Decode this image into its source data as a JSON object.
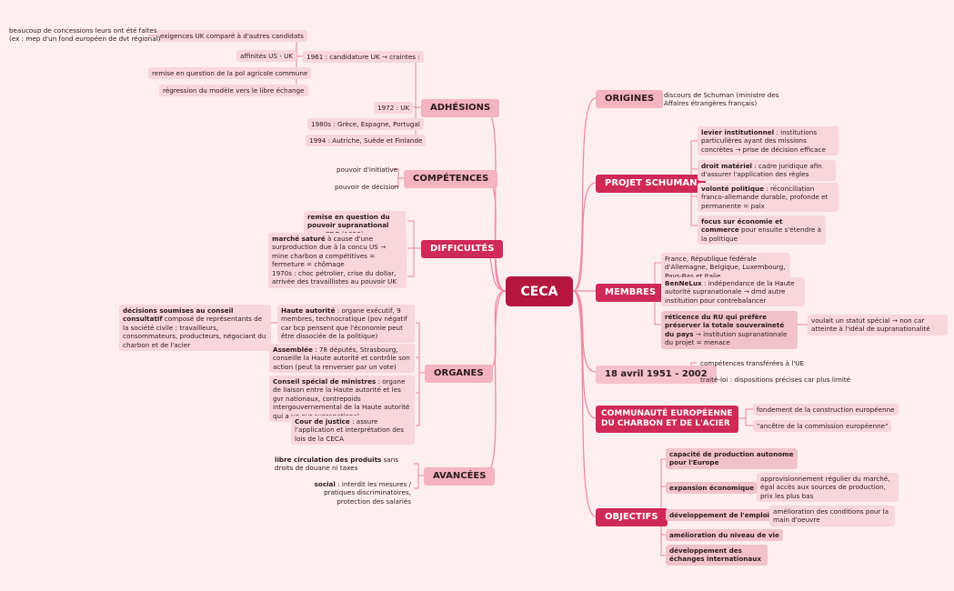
{
  "root": "CECA",
  "adhesions": {
    "title": "ADHÉSIONS",
    "y1961": "1961 : candidature UK → craintes :",
    "craintes": [
      "exigences UK comparé à d'autres candidats",
      "affinités US - UK",
      "remise en question de la pol agricole commune",
      "régression du modèle vers le libre échange"
    ],
    "concessions": [
      "beaucoup de concessions leurs ont été faites",
      "(ex : mep d'un fond européen de dvt régional)"
    ],
    "y1972": "1972 : UK",
    "y1980": "1980s : Grèce, Espagne, Portugal",
    "y1994": "1994 : Autriche, Suède et Finlande"
  },
  "competences": {
    "title": "COMPÉTENCES",
    "items": [
      "pouvoir d'initiative",
      "pouvoir de décision"
    ]
  },
  "difficultes": {
    "title": "DIFFICULTÉS",
    "remise_b": "remise en question du pouvoir supranational",
    "remise_rest": " avec CDG (1958)",
    "marche_b": "marché saturé",
    "marche_rest": " à cause d'une surproduction due à la concu US → mine charbon ø compétitives = fermeture = chômage",
    "choc": "1970s : choc pétrolier, crise du dollar, arrivée des travaillistes au pouvoir UK"
  },
  "organes": {
    "title": "ORGANES",
    "ha_b": "Haute autorité",
    "ha_rest": " : organe exécutif, 9 membres, technocratique (pov négatif car bcp pensent que l'économie peut être dissociée de la politique)",
    "dec_b": "décisions soumises au conseil consultatif",
    "dec_rest": " composé de représentants de la société civile : travailleurs, consommateurs, producteurs, négociant du charbon et de l'acier",
    "ass_b": "Assemblée",
    "ass_rest": " : 78 députés, Strasbourg, conseille la Haute autorité et contrôle son action (peut la renverser par un vote)",
    "csm_b": "Conseil spécial de ministres",
    "csm_rest": " : organe de liaison entre la Haute autorité et les gvr nationaux, contrepoids intergouvernemental de la Haute autorité qui a un pvr supranational",
    "cj_b": "Cour de justice",
    "cj_rest": " : assure l'application et interprétation des lois de la CECA"
  },
  "avancees": {
    "title": "AVANCÉES",
    "lc_b": "libre circulation des produits",
    "lc_rest": " sans droits de douane ni taxes",
    "soc_b": "social",
    "soc_rest": " : interdit les mesures / pratiques discriminatoires, protection des salariés"
  },
  "origines": {
    "title": "ORIGINES",
    "text": "discours de Schuman (ministre des Affaires étrangères français)"
  },
  "projet": {
    "title": "PROJET SCHUMAN",
    "lev_b": "levier institutionnel",
    "lev_rest": " : institutions particulières ayant des missions concrètes → prise de décision efficace",
    "dm_b": "droit matériel",
    "dm_rest": " : cadre juridique afin d'assurer l'application des règles",
    "vp_b": "volonté politique",
    "vp_rest": " : réconciliation franco-allemande durable, profonde et permanente = paix",
    "fe_b": "focus sur économie et commerce",
    "fe_rest": " pour ensuite s'étendre à la politique"
  },
  "membres": {
    "title": "MEMBRES",
    "pays": "France, République fédérale d'Allemagne, Belgique, Luxembourg, Pays-Bas et Italie",
    "ben_b": "BenNeLux",
    "ben_rest": " : indépendance de la Haute autorité supranationale → dmd autre institution pour contrebalancer",
    "ret_b": "réticence du RU qui préfère préserver la totale souveraineté du pays",
    "ret_rest": " → institution supranationale du projet = menace",
    "statut": "voulait un statut spécial → non car atteinte à l'idéal de supranationalité"
  },
  "dates": {
    "title": "18 avril 1951 - 2002",
    "items": [
      "compétences transférées à l'UE",
      "traité-loi : dispositions précises car plus limité"
    ]
  },
  "communaute": {
    "title": "COMMUNAUTÉ EUROPÉENNE DU CHARBON ET DE L'ACIER",
    "items": [
      "fondement de la construction européenne",
      "\"ancêtre de la commission européenne\""
    ]
  },
  "objectifs": {
    "title": "OBJECTIFS",
    "cap": "capacité de production autonome pour l'Europe",
    "exp": "expansion économique",
    "exp_sub": "approvisionnement régulier du marché, égal accès aux sources de production, prix les plus bas",
    "dev": "développement de l'emploi",
    "dev_sub": "amélioration des conditions pour la main d'oeuvre",
    "niv": "amélioration du niveau de vie",
    "ech": "développement des échanges internationaux"
  }
}
